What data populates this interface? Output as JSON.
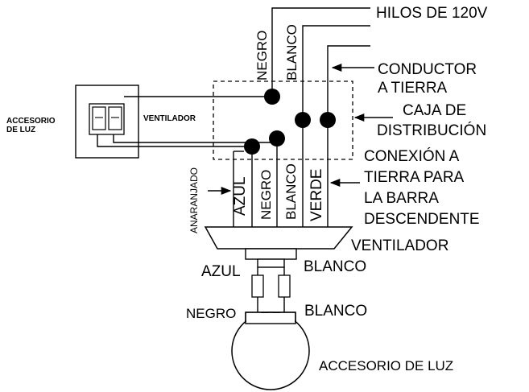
{
  "labels": {
    "hilos": "HILOS DE 120V",
    "negro_top": "NEGRO",
    "blanco_top": "BLANCO",
    "conductor_l1": "CONDUCTOR",
    "conductor_l2": "A TIERRA",
    "caja_l1": "CAJA DE",
    "caja_l2": "DISTRIBUCIÓN",
    "conexion_l1": "CONEXIÓN A",
    "conexion_l2": "TIERRA PARA",
    "conexion_l3": "LA BARRA",
    "conexion_l4": "DESCENDENTE",
    "accesorio_l1": "ACCESORIO",
    "accesorio_l2": "DE LUZ",
    "ventilador_switch": "VENTILADOR",
    "anaranjado": "ANARANJADO",
    "azul_wire": "AZUL",
    "negro_wire": "NEGRO",
    "blanco_wire": "BLANCO",
    "verde_wire": "VERDE",
    "ventilador": "VENTILADOR",
    "azul_low": "AZUL",
    "blanco_low": "BLANCO",
    "negro_light": "NEGRO",
    "blanco_light": "BLANCO",
    "accesorio_luz": "ACCESORIO DE LUZ"
  }
}
